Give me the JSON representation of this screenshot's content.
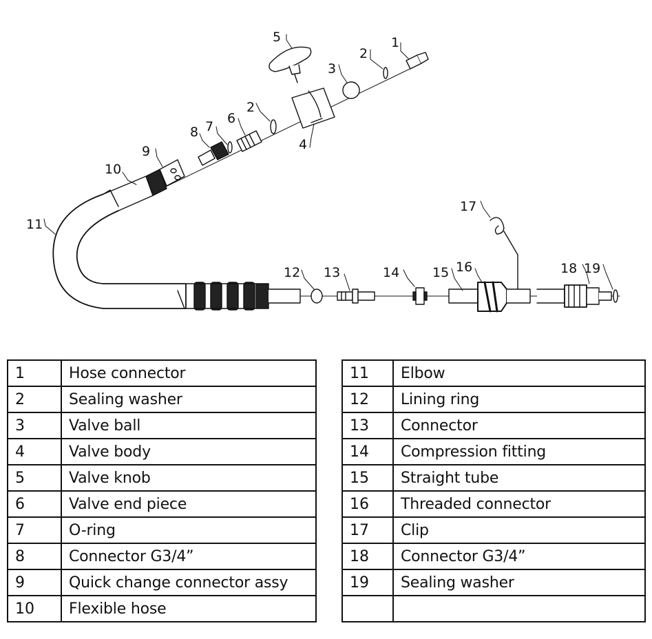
{
  "diagram": {
    "callouts": [
      "1",
      "2",
      "3",
      "4",
      "5",
      "6",
      "7",
      "8",
      "9",
      "10",
      "11",
      "2",
      "12",
      "13",
      "14",
      "15",
      "16",
      "17",
      "18",
      "19"
    ]
  },
  "parts_left": [
    {
      "num": "1",
      "desc": "Hose connector"
    },
    {
      "num": "2",
      "desc": "Sealing washer"
    },
    {
      "num": "3",
      "desc": "Valve ball"
    },
    {
      "num": "4",
      "desc": "Valve body"
    },
    {
      "num": "5",
      "desc": "Valve knob"
    },
    {
      "num": "6",
      "desc": "Valve end piece"
    },
    {
      "num": "7",
      "desc": "O-ring"
    },
    {
      "num": "8",
      "desc": "Connector G3/4”"
    },
    {
      "num": "9",
      "desc": "Quick change connector assy"
    },
    {
      "num": "10",
      "desc": "Flexible hose"
    }
  ],
  "parts_right": [
    {
      "num": "11",
      "desc": "Elbow"
    },
    {
      "num": "12",
      "desc": "Lining ring"
    },
    {
      "num": "13",
      "desc": "Connector"
    },
    {
      "num": "14",
      "desc": "Compression fitting"
    },
    {
      "num": "15",
      "desc": "Straight tube"
    },
    {
      "num": "16",
      "desc": "Threaded connector"
    },
    {
      "num": "17",
      "desc": "Clip"
    },
    {
      "num": "18",
      "desc": "Connector G3/4”"
    },
    {
      "num": "19",
      "desc": "Sealing washer"
    },
    {
      "num": "",
      "desc": ""
    }
  ]
}
